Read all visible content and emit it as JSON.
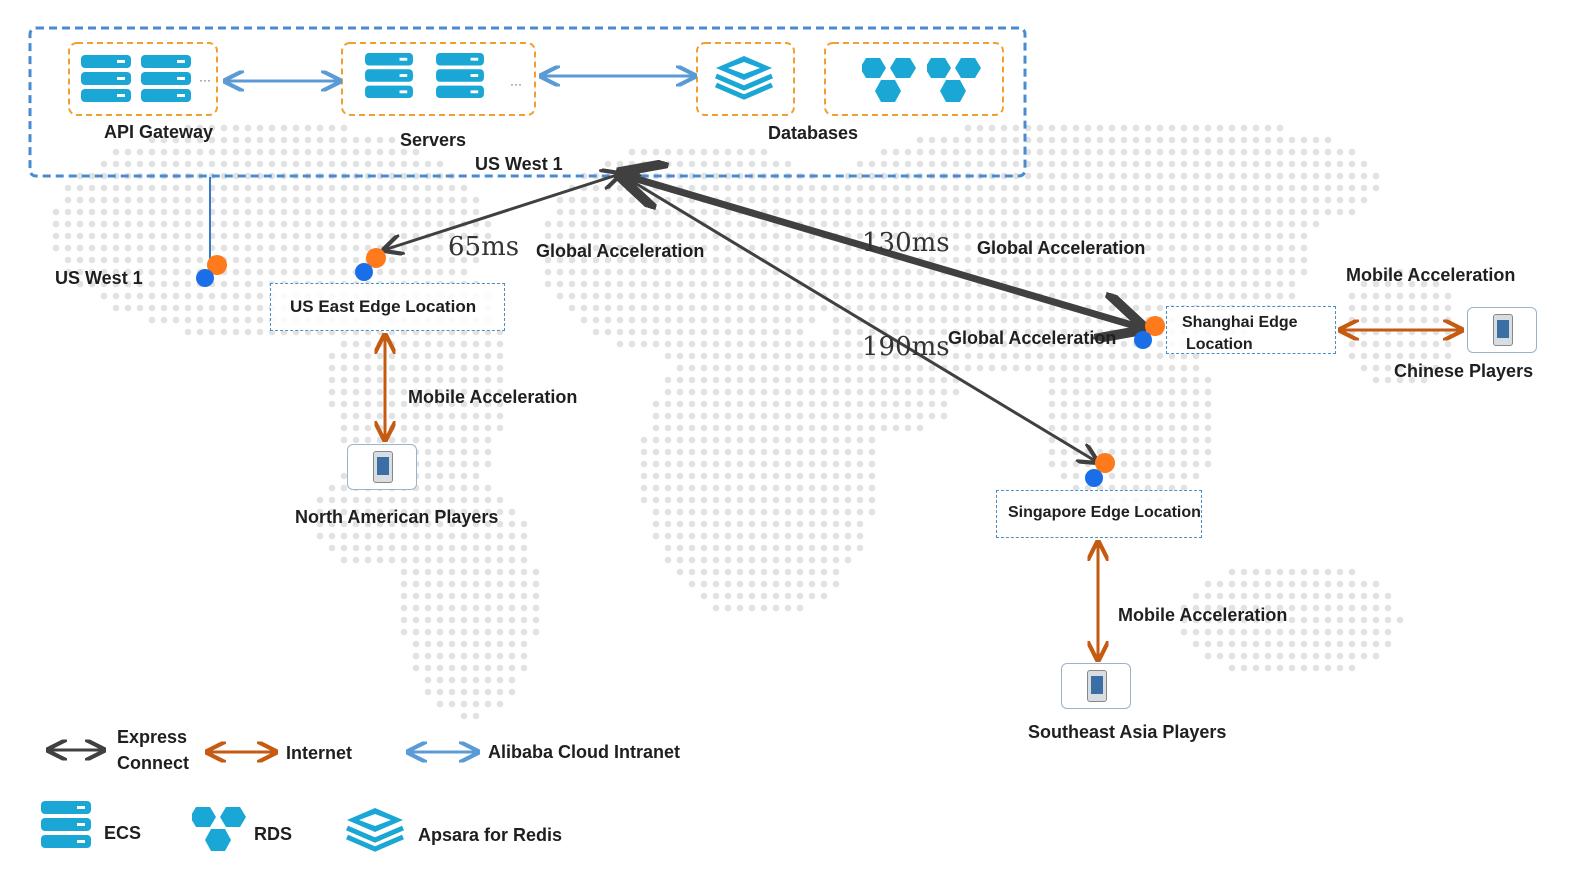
{
  "region_box": {
    "title": "US West 1"
  },
  "components": {
    "api_gateway": "API Gateway",
    "servers": "Servers",
    "databases": "Databases"
  },
  "us_west_label": "US West 1",
  "edges": {
    "us_east": "US East Edge Location",
    "shanghai_line1": "Shanghai Edge",
    "shanghai_line2": "Location",
    "singapore": "Singapore Edge Location"
  },
  "latency": {
    "us_east": "65ms",
    "shanghai": "130ms",
    "singapore": "190ms"
  },
  "acceleration_labels": {
    "global_us_east": "Global Acceleration",
    "global_shanghai": "Global Acceleration",
    "global_singapore": "Global Acceleration",
    "mobile_north_america": "Mobile Acceleration",
    "mobile_china": "Mobile Acceleration",
    "mobile_southeast_asia": "Mobile Acceleration"
  },
  "players": {
    "north_america": "North American Players",
    "china": "Chinese Players",
    "southeast_asia": "Southeast Asia Players"
  },
  "legend": {
    "express_connect_line1": "Express",
    "express_connect_line2": "Connect",
    "internet": "Internet",
    "intranet": "Alibaba Cloud Intranet",
    "ecs": "ECS",
    "rds": "RDS",
    "redis": "Apsara for Redis"
  },
  "colors": {
    "express_connect": "#404040",
    "internet": "#c55a11",
    "intranet": "#5b9bd5",
    "icon": "#1aa7d6",
    "component_border": "#f0a030",
    "region_border": "#4a8ad0",
    "node_orange": "#ff7a1a",
    "node_blue": "#1a6fe8"
  }
}
